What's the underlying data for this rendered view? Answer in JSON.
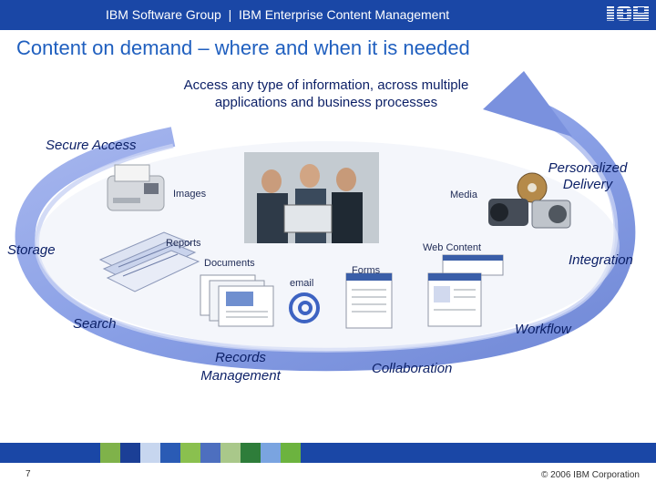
{
  "header": {
    "text": "IBM Software Group  |  IBM Enterprise Content Management",
    "logo": "IBM"
  },
  "slide": {
    "title": "Content on demand – where and when it is needed",
    "intro": "Access any type of information, across multiple applications and business processes"
  },
  "cycle_labels": {
    "secure_access": "Secure Access",
    "personalized_delivery": "Personalized Delivery",
    "storage": "Storage",
    "integration": "Integration",
    "search": "Search",
    "workflow": "Workflow",
    "records_management": "Records Management",
    "collaboration": "Collaboration"
  },
  "content_types": {
    "images": "Images",
    "media": "Media",
    "reports": "Reports",
    "web_content": "Web Content",
    "documents": "Documents",
    "forms": "Forms",
    "email": "email"
  },
  "footer": {
    "page_number": "7",
    "copyright": "© 2006 IBM Corporation"
  },
  "colors": {
    "header_blue": "#1a47a6",
    "arrow_blue": "#8aa0e6",
    "arrow_light": "#c3cdf3",
    "title_blue": "#1f5fbf"
  }
}
